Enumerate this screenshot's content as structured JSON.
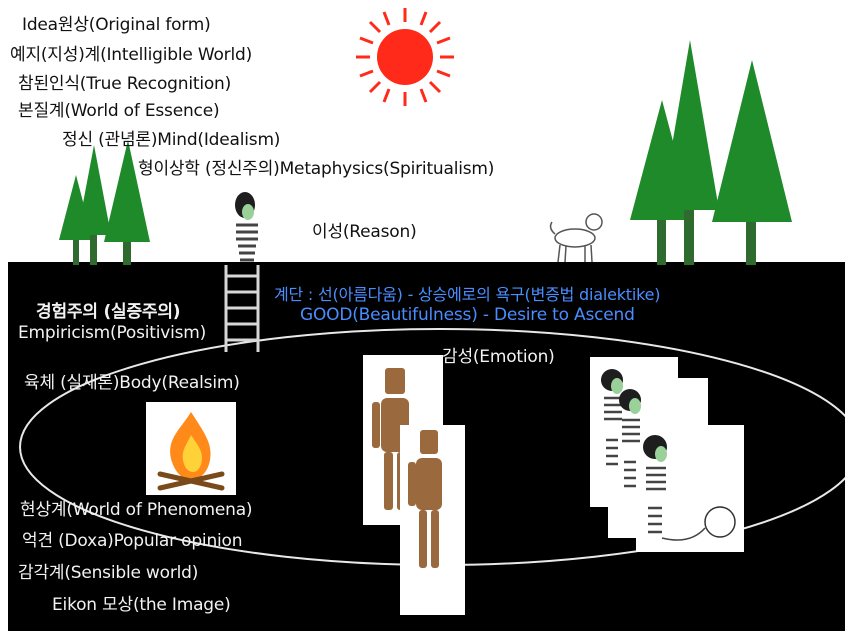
{
  "upper": {
    "idea": "Idea원상(Original form)",
    "intelligible": "예지(지성)계(Intelligible World)",
    "true_recognition": "참된인식(True Recognition)",
    "essence": "본질계(World of Essence)",
    "mind": "정신 (관념론)Mind(Idealism)",
    "metaphysics": "형이상학 (정신주의)Metaphysics(Spiritualism)",
    "reason": "이성(Reason)"
  },
  "ladder_note": {
    "korean": "계단 : 선(아름다움) - 상승에로의 욕구(변증법 dialektike)",
    "english": "GOOD(Beautifulness) - Desire to Ascend"
  },
  "cave": {
    "empiricism_kr": "경험주의 (실증주의)",
    "empiricism_en": "Empiricism(Positivism)",
    "emotion": "감성(Emotion)",
    "body": "육체 (실재론)Body(Realsim)",
    "phenomena": "현상계(World of Phenomena)",
    "doxa": "억견 (Doxa)Popular opinion",
    "sensible": "감각계(Sensible world)",
    "eikon": "Eikon 모상(the Image)"
  },
  "colors": {
    "cave": "#000000",
    "sun": "#ff2a1a",
    "tree": "#1f8a2a",
    "trunk": "#2f6b2f",
    "ladder_note": "#4a8dff",
    "fire": "#ff8a1a"
  },
  "icons": [
    "sun-icon",
    "tree-icon",
    "ladder-icon",
    "dog-icon",
    "fire-icon",
    "wooden-figure-icon",
    "prisoner-icon",
    "ball-and-chain-icon"
  ]
}
